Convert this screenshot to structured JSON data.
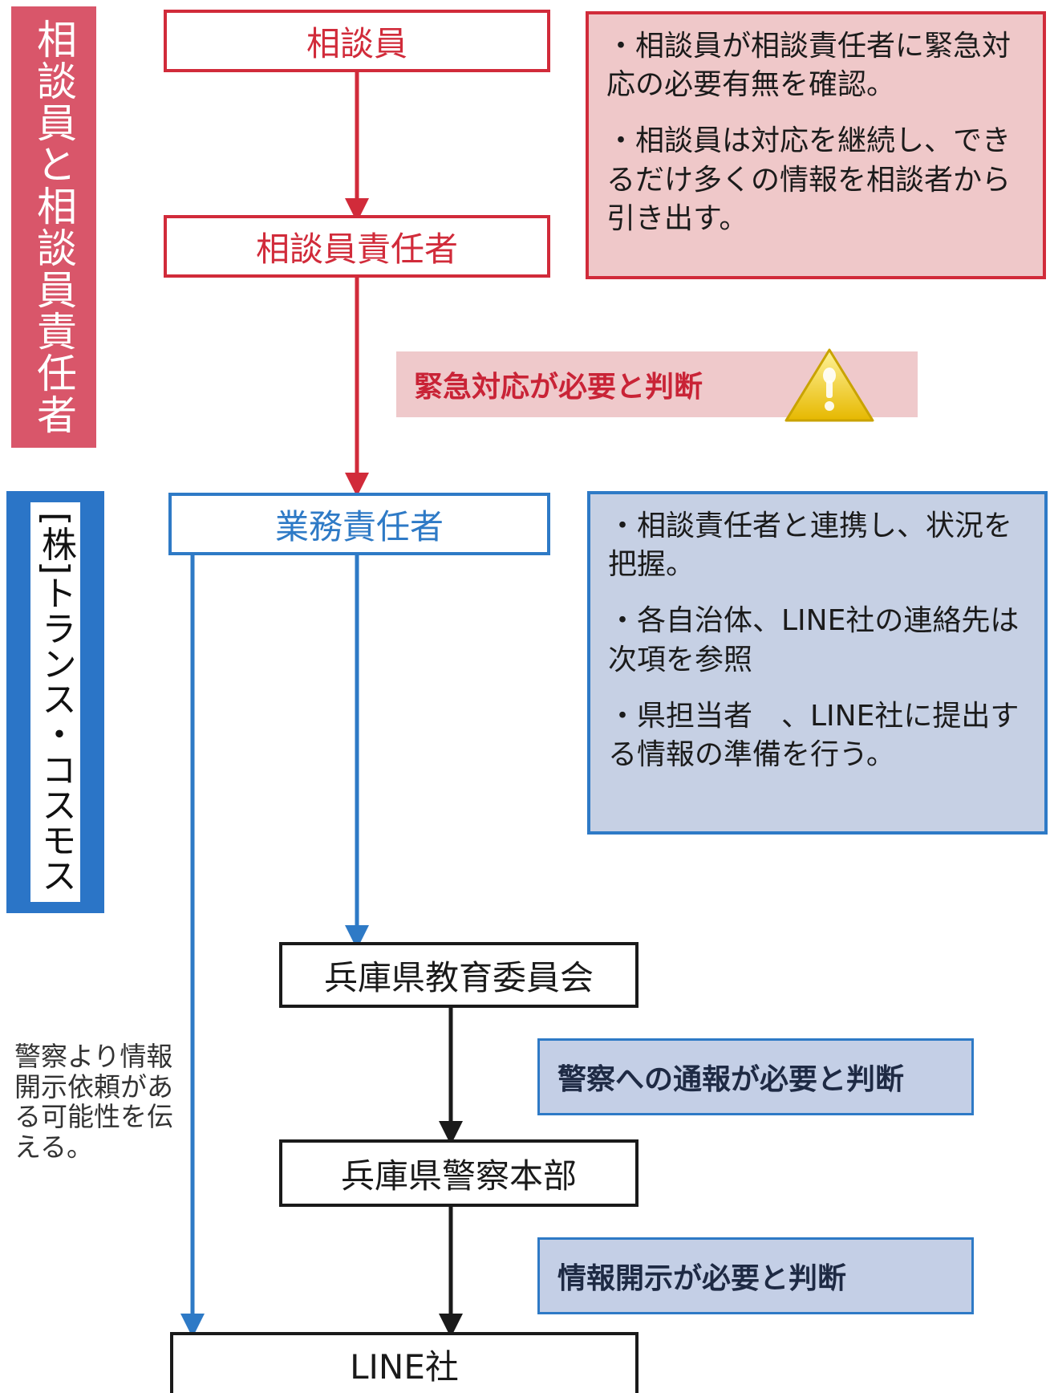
{
  "side_labels": {
    "counselor_group": "相談員と相談員責任者",
    "company": "[株]トランス・コスモス"
  },
  "nodes": {
    "counselor": "相談員",
    "counselor_manager": "相談員責任者",
    "business_manager": "業務責任者",
    "board_of_education": "兵庫県教育委員会",
    "police_hq": "兵庫県警察本部",
    "line_corp": "LINE社"
  },
  "notes": {
    "counselor": [
      "・相談員が相談責任者に緊急対応の必要有無を確認。",
      "・相談員は対応を継続し、できるだけ多くの情報を相談者から引き出す。"
    ],
    "business": [
      "・相談責任者と連携し、状況を把握。",
      "・各自治体、LINE社の連絡先は次項を参照",
      "・県担当者　、LINE社に提出する情報の準備を行う。"
    ]
  },
  "decisions": {
    "emergency": "緊急対応が必要と判断",
    "police_report": "警察への通報が必要と判断",
    "disclosure": "情報開示が必要と判断"
  },
  "side_note": "警察より情報開示依頼がある可能性を伝える。",
  "icons": {
    "warning": "warning-icon"
  },
  "colors": {
    "red": "#d12b3a",
    "blue": "#2e7ac6",
    "black": "#1a1a1a",
    "warning_yellow": "#f2d21c"
  }
}
